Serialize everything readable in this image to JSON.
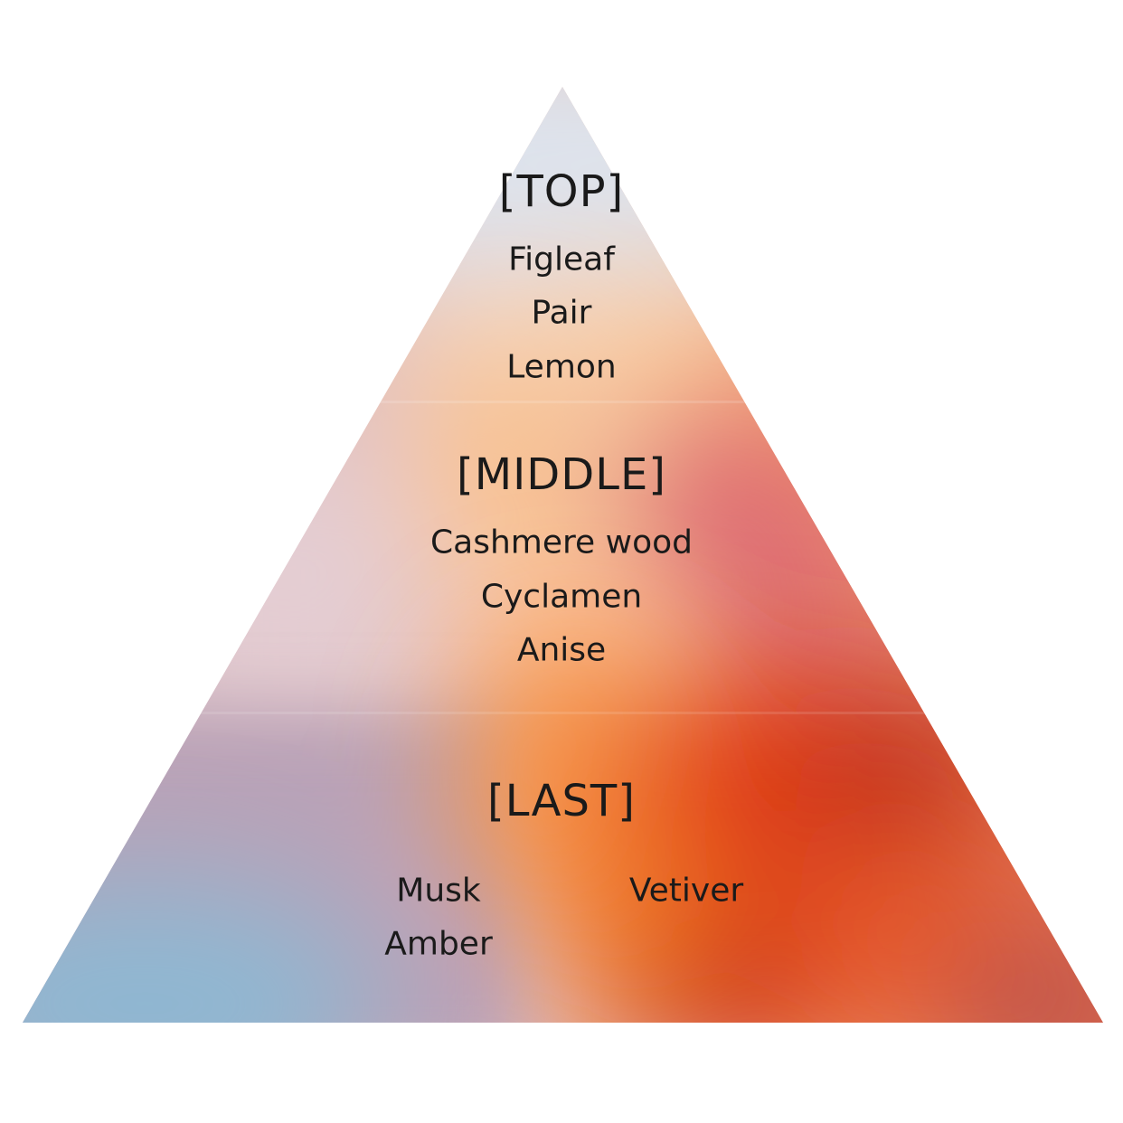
{
  "tiers": [
    {
      "heading": "[TOP]",
      "notes": [
        "Figleaf",
        "Pair",
        "Lemon"
      ]
    },
    {
      "heading": "[MIDDLE]",
      "notes": [
        "Cashmere wood",
        "Cyclamen",
        "Anise"
      ]
    },
    {
      "heading": "[LAST]",
      "notes_left": [
        "Musk",
        "Amber"
      ],
      "notes_right": [
        "Vetiver"
      ]
    }
  ],
  "colors": {
    "sky_blue": "#8db6d2",
    "lavender": "#b9a3b8",
    "blush": "#e6c9cf",
    "peach": "#fcc695",
    "orange": "#f07a2c",
    "red": "#d42a12",
    "coral": "#e06672"
  }
}
